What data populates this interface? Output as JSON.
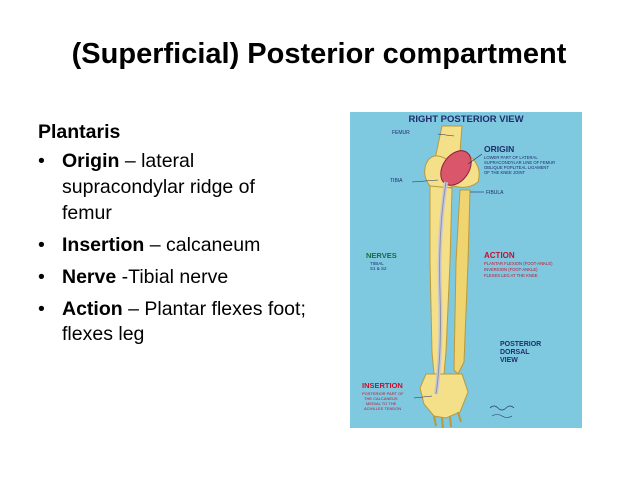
{
  "slide": {
    "title": "(Superficial) Posterior compartment",
    "heading": "Plantaris",
    "bullets": [
      {
        "term": "Origin",
        "rest": " – lateral supracondylar ridge of femur"
      },
      {
        "term": "Insertion",
        "rest": " – calcaneum"
      },
      {
        "term": "Nerve",
        "rest": " -Tibial nerve"
      },
      {
        "term": "Action",
        "rest": " – Plantar flexes foot; flexes leg"
      }
    ],
    "bullet_char": "•"
  },
  "figure": {
    "title": "RIGHT POSTERIOR VIEW",
    "labels": {
      "femur": "FEMUR",
      "tibia": "TIBIA",
      "fibula": "FIBULA",
      "origin": "ORIGIN",
      "origin_1": "LOWER PART OF LATERAL",
      "origin_2": "SUPRACONDYLAR LINE OF FEMUR",
      "origin_3": "OBLIQUE POPLITEAL LIGAMENT",
      "origin_4": "OF THE KNEE JOINT",
      "nerves": "NERVES",
      "nerves_1": "TIBIAL",
      "nerves_2": "S1 & S2",
      "action": "ACTION",
      "action_1": "PLANTAR FLEXION (FOOT-ANKLE)",
      "action_2": "INVERSION (FOOT-ANKLE)",
      "action_3": "FLEXES LEG AT THE KNEE",
      "posterior_1": "POSTERIOR",
      "posterior_2": "DORSAL",
      "posterior_3": "VIEW",
      "insertion": "INSERTION",
      "insertion_1": "POSTERIOR PART OF",
      "insertion_2": "THE CALCANEUS",
      "insertion_3": "MEDIAL TO THE",
      "insertion_4": "ACHILLES TENDON"
    },
    "colors": {
      "background": "#7ec8e0",
      "bone": "#f5e08a",
      "muscle": "#d9566b",
      "tendon": "#c8c8d4",
      "navy": "#1e2e6a",
      "red": "#c8102e"
    }
  }
}
